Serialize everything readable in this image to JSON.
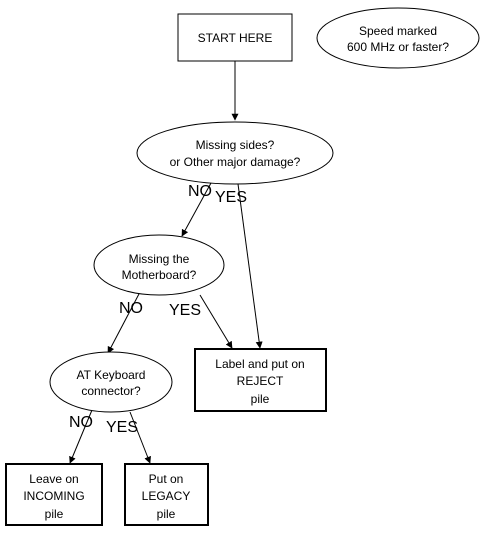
{
  "nodes": {
    "start": {
      "lines": [
        "START HERE"
      ]
    },
    "speed": {
      "lines": [
        "Speed marked",
        "600 MHz or faster?"
      ]
    },
    "missing_sides": {
      "lines": [
        "Missing sides?",
        "or Other major damage?"
      ]
    },
    "missing_motherboard": {
      "lines": [
        "Missing the",
        "Motherboard?"
      ]
    },
    "at_keyboard": {
      "lines": [
        "AT Keyboard",
        "connector?"
      ]
    },
    "reject": {
      "lines": [
        "Label and put on",
        "REJECT",
        "pile"
      ]
    },
    "incoming": {
      "lines": [
        "Leave on",
        "INCOMING",
        "pile"
      ]
    },
    "legacy": {
      "lines": [
        "Put on",
        "LEGACY",
        "pile"
      ]
    }
  },
  "edge_labels": {
    "sides_no": "NO",
    "sides_yes": "YES",
    "mobo_no": "NO",
    "mobo_yes": "YES",
    "kbd_no": "NO",
    "kbd_yes": "YES"
  },
  "colors": {
    "stroke": "#000000",
    "background": "#ffffff"
  }
}
